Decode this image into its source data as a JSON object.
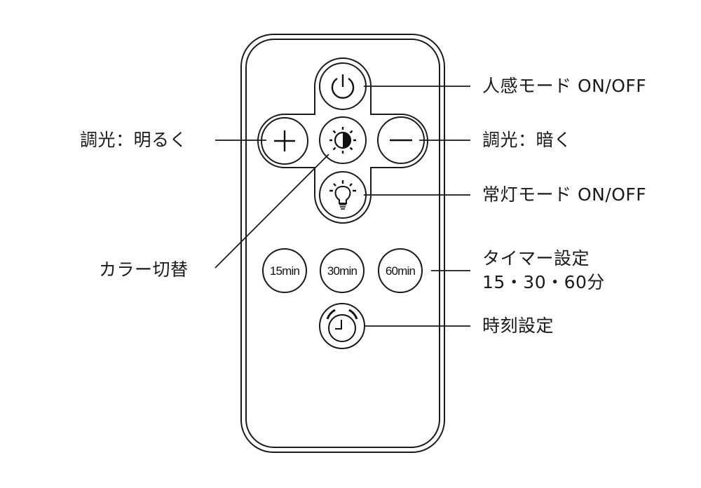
{
  "title": "Remote control button guide",
  "colors": {
    "line": "#1a1a1a",
    "background": "#ffffff"
  },
  "buttons": {
    "power": {
      "icon": "power-icon"
    },
    "brighten": {
      "icon": "plus-icon"
    },
    "color_switch": {
      "icon": "half-sun-icon"
    },
    "dim": {
      "icon": "minus-icon"
    },
    "constant_light": {
      "icon": "light-bulb-icon"
    },
    "timer_15": {
      "label": "15min"
    },
    "timer_30": {
      "label": "30min"
    },
    "timer_60": {
      "label": "60min"
    },
    "clock": {
      "icon": "alarm-clock-icon"
    }
  },
  "callouts": {
    "motion_mode": "人感モード ON/OFF",
    "brighten": "調光：明るく",
    "dim": "調光：暗く",
    "constant_mode": "常灯モード ON/OFF",
    "color_switch": "カラー切替",
    "timer_line1": "タイマー設定",
    "timer_line2": "15・30・60分",
    "clock_set": "時刻設定"
  }
}
